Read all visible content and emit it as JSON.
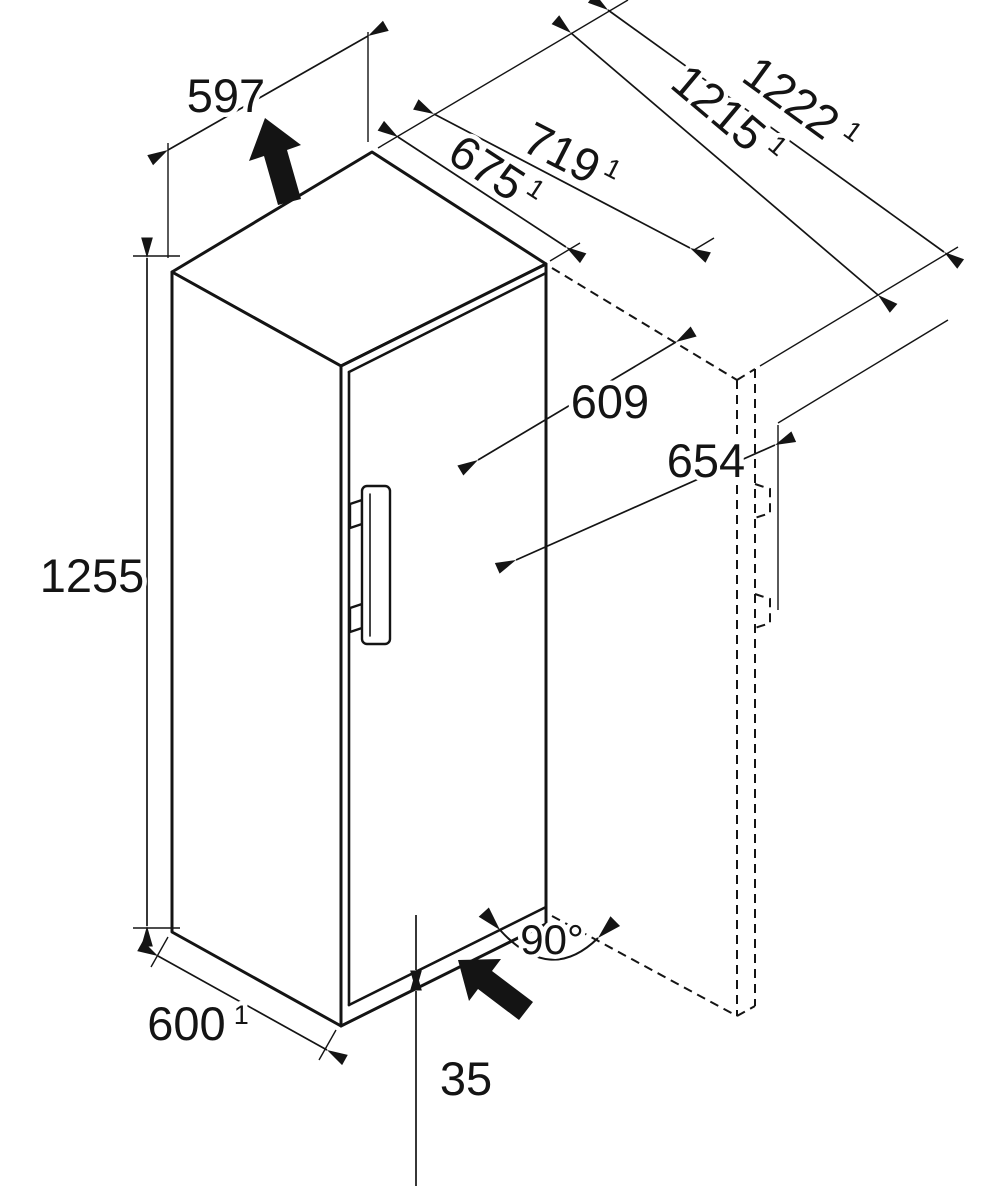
{
  "diagram": {
    "kind": "appliance-dimension-drawing",
    "colors": {
      "line": "#141414",
      "background": "#ffffff"
    },
    "dims": {
      "width_top": "597",
      "depth1": "675",
      "depth1_sup": "1",
      "depth2": "719",
      "depth2_sup": "1",
      "depth3": "1215",
      "depth3_sup": "1",
      "depth4": "1222",
      "depth4_sup": "1",
      "swing_inner": "609",
      "swing_outer": "654",
      "height": "1255",
      "depth_base": "600",
      "depth_base_sup": "1",
      "plinth": "35",
      "angle": "90°"
    }
  }
}
